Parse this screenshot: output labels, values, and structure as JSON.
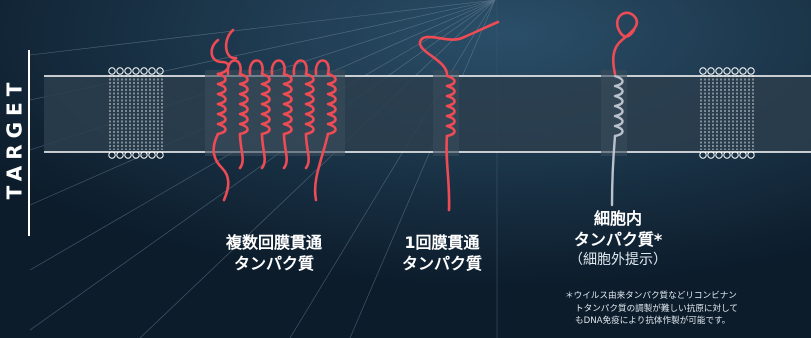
{
  "side_label": "TARGET",
  "labels": {
    "multi_pass": {
      "line1": "複数回膜貫通",
      "line2": "タンパク質"
    },
    "single_pass": {
      "line1": "1回膜貫通",
      "line2": "タンパク質"
    },
    "intracellular": {
      "line1": "細胞内",
      "line2": "タンパク質*",
      "line3": "（細胞外提示）"
    }
  },
  "footnote": {
    "line1": "＊ウイルス由来タンパク質などリコンビナン",
    "line2": "トタンパク質の調製が難しい抗原に対して",
    "line3": "もDNA免疫により抗体作製が可能です。"
  },
  "colors": {
    "background": "#0f2234",
    "membrane": "#2c3e4d",
    "protein_red": "#ee4b55",
    "protein_gray": "#b9c2cc",
    "text": "#ffffff"
  }
}
